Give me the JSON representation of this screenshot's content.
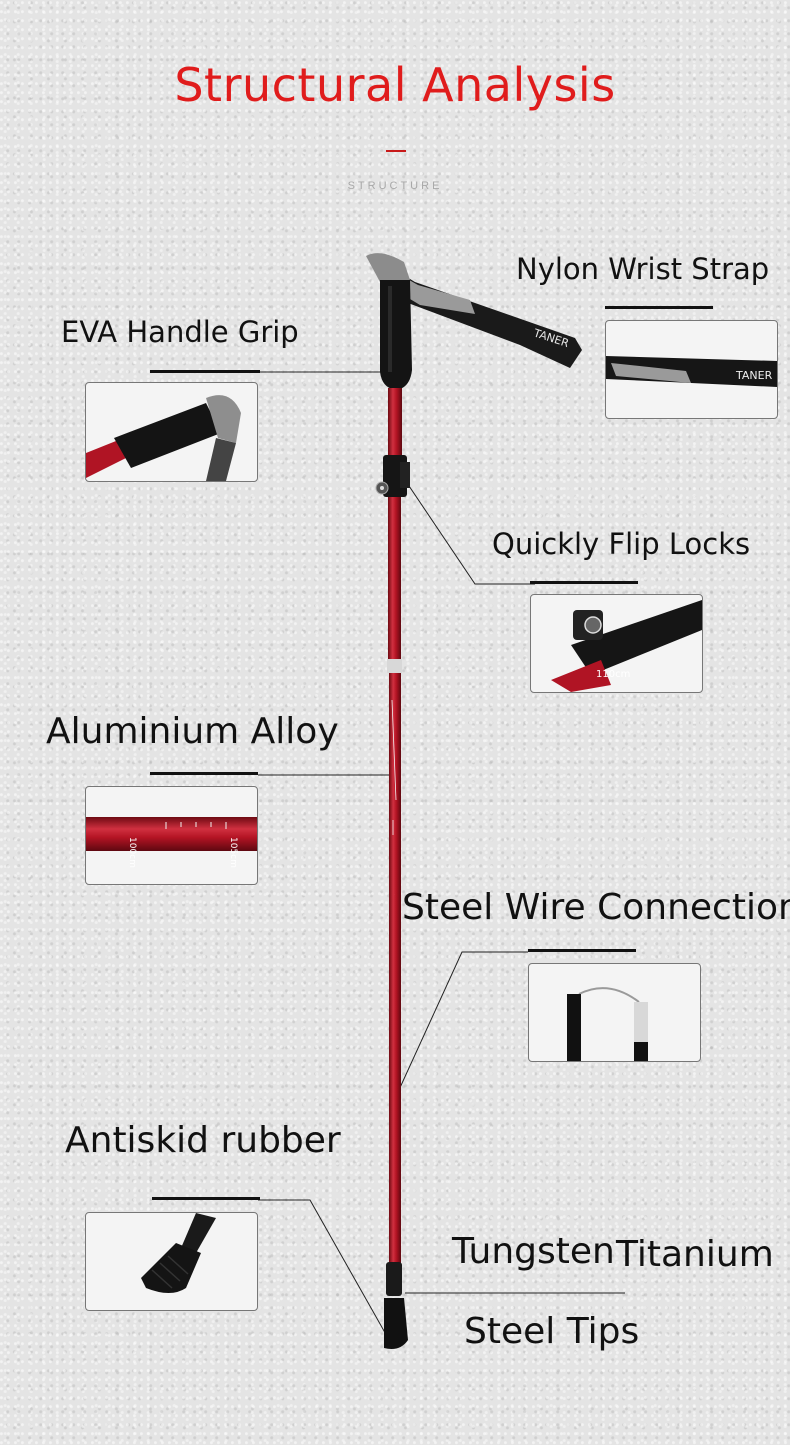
{
  "header": {
    "title": "Structural Analysis",
    "subtitle": "STRUCTURE"
  },
  "labels": {
    "wrist_strap": "Nylon Wrist Strap",
    "handle_grip": "EVA Handle Grip",
    "flip_locks": "Quickly Flip Locks",
    "aluminium": "Aluminium Alloy",
    "steel_wire": "Steel Wire Connection",
    "rubber": "Antiskid rubber",
    "tungsten": "Tungsten",
    "titanium": "Titanium",
    "steel_tips": "Steel Tips"
  },
  "product_text": {
    "strap_brand": "TANER",
    "scale_100": "100cm",
    "scale_105": "105cm",
    "scale_110": "110cm"
  },
  "colors": {
    "title_red": "#e01c1c",
    "pole_red": "#a8101c",
    "label_black": "#111111"
  }
}
